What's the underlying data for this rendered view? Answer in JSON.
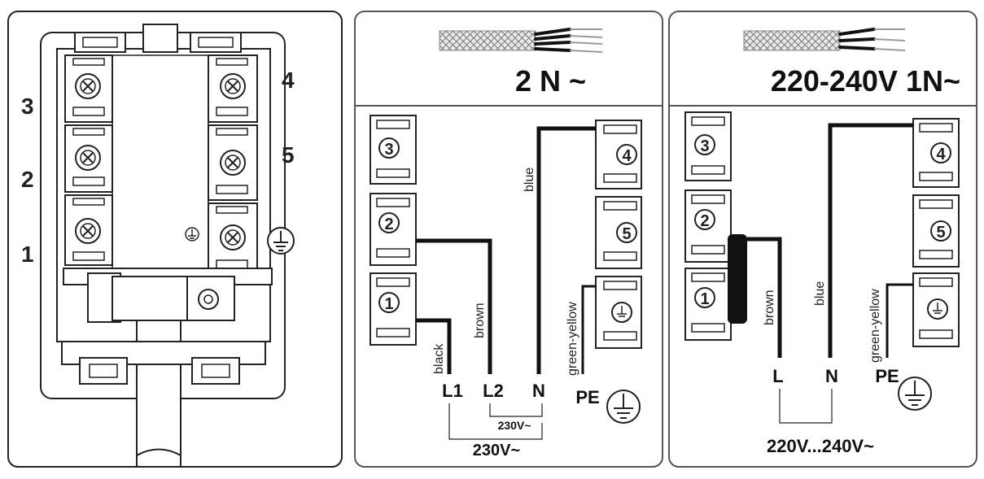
{
  "panel_left": {
    "terminal_numbers": [
      "1",
      "2",
      "3",
      "4",
      "5"
    ],
    "ground_symbol": "⏚"
  },
  "panel_middle": {
    "title": "2 N ~",
    "terminals": [
      "1",
      "2",
      "3",
      "4",
      "5"
    ],
    "wire_labels": {
      "black": "black",
      "brown": "brown",
      "blue": "blue",
      "green_yellow": "green-yellow"
    },
    "outputs": {
      "l1": "L1",
      "l2": "L2",
      "n": "N",
      "pe": "PE"
    },
    "voltage_inner": "230V~",
    "voltage_outer": "230V~"
  },
  "panel_right": {
    "title": "220-240V 1N~",
    "terminals": [
      "1",
      "2",
      "3",
      "4",
      "5"
    ],
    "wire_labels": {
      "brown": "brown",
      "blue": "blue",
      "green_yellow": "green-yellow"
    },
    "outputs": {
      "l": "L",
      "n": "N",
      "pe": "PE"
    },
    "voltage_range": "220V...240V~"
  },
  "colors": {
    "line": "#111111",
    "panel_border": "#555555",
    "cable_hatch": "#888888"
  }
}
